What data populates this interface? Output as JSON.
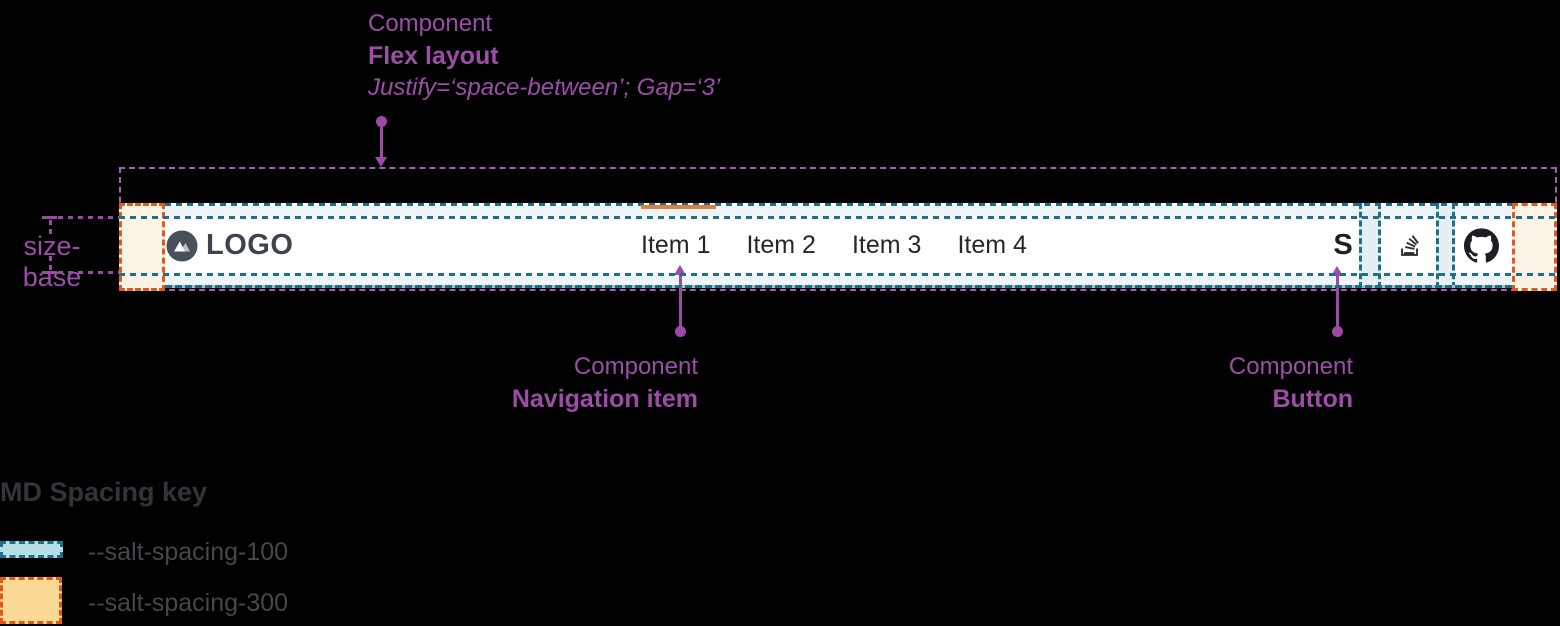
{
  "diagram": {
    "flex_annotation": {
      "line1": "Component",
      "line2": "Flex layout",
      "line3": "Justify=‘space-between’; Gap=‘3’"
    },
    "size_base_label": "size-base",
    "nav_item_annotation": {
      "line1": "Component",
      "line2": "Navigation item"
    },
    "button_annotation": {
      "line1": "Component",
      "line2": "Button"
    }
  },
  "navbar": {
    "logo": {
      "text": "LOGO",
      "icon": "mountain-icon"
    },
    "items": [
      {
        "label": "Item 1",
        "active": true
      },
      {
        "label": "Item 2",
        "active": false
      },
      {
        "label": "Item 3",
        "active": false
      },
      {
        "label": "Item 4",
        "active": false
      }
    ],
    "actions": [
      {
        "name": "salt-logo-button",
        "glyph": "S"
      },
      {
        "name": "stackoverflow-button",
        "icon": "stackoverflow-icon"
      },
      {
        "name": "github-button",
        "icon": "github-icon"
      }
    ]
  },
  "legend": {
    "title": "MD Spacing key",
    "items": [
      {
        "label": "--salt-spacing-100",
        "fill": "#b7dde6",
        "border": "#1e7089"
      },
      {
        "label": "--salt-spacing-300",
        "fill": "#fdd996",
        "border": "#e2591c"
      }
    ]
  },
  "colors": {
    "annotation_purple": "#9d4da7",
    "dash_purple": "#a95cb7",
    "spacing_100_teal": "#1e7089",
    "spacing_100_fill": "#ecf4f7",
    "spacing_300_orange": "#e2591c",
    "spacing_300_fill": "#faf3e6",
    "active_indicator_orange": "#d9823f",
    "navbar_text": "#24282c",
    "background": "#000000"
  }
}
